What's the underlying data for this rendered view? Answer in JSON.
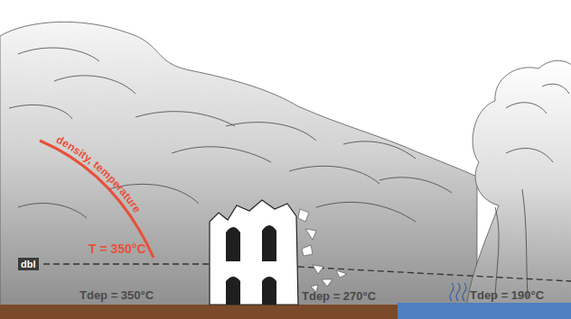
{
  "diagram": {
    "nodes": [
      {
        "text": [
          "dbl"
        ]
      }
    ],
    "labels": [
      "density, temperature",
      "T = 350°C",
      "Tdep = 350°C",
      "Tdep = 270°C",
      "Tdep = 190°C"
    ]
  }
}
